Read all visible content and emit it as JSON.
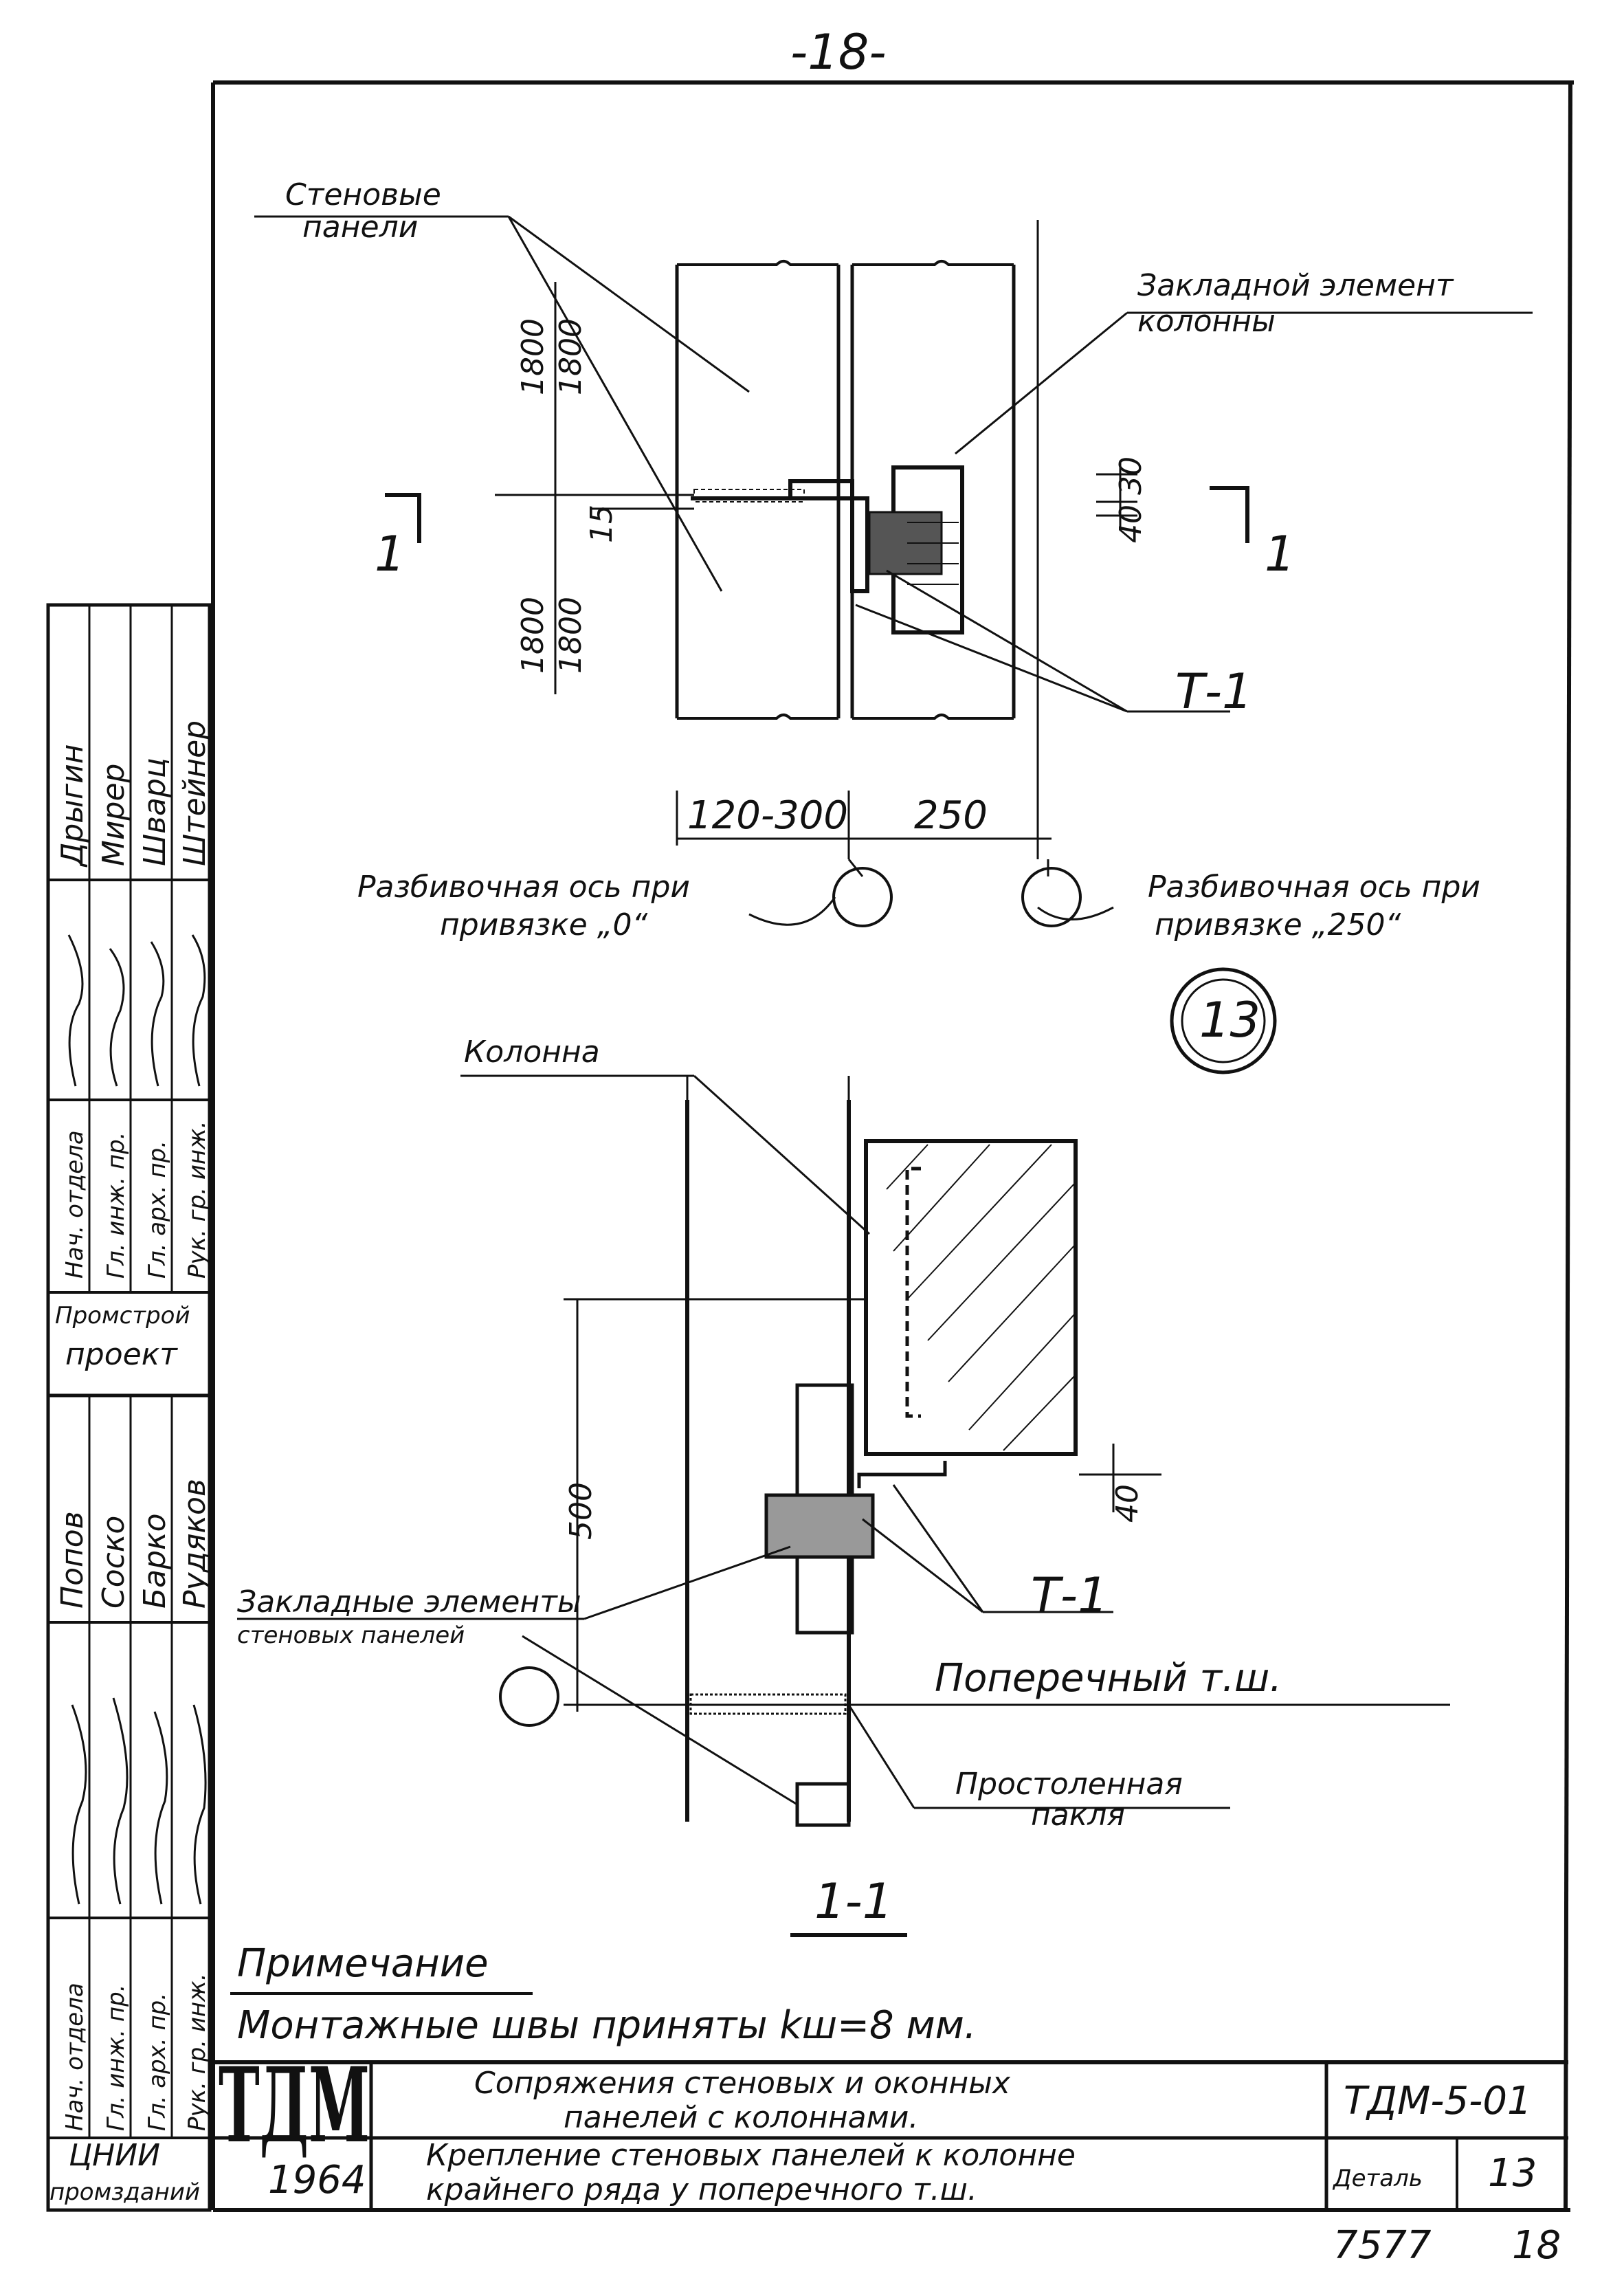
{
  "page": {
    "page_number": "-18-",
    "sheet_bottom_left": "7577",
    "sheet_bottom_right": "18"
  },
  "plan_view": {
    "label_wall_panels_line1": "Стеновые",
    "label_wall_panels_line2": "панели",
    "label_embedded_col_line1": "Закладной элемент",
    "label_embedded_col_line2": "колонны",
    "dim_1800_top_a": "1800",
    "dim_1800_top_b": "1800",
    "dim_1800_bot_a": "1800",
    "dim_1800_bot_b": "1800",
    "dim_15": "15",
    "dim_30": "30",
    "dim_40": "40",
    "dim_120_300": "120-300",
    "dim_250": "250",
    "section_mark_left": "1",
    "section_mark_right": "1",
    "label_t1": "Т-1",
    "axis_note_left_line1": "Разбивочная ось при",
    "axis_note_left_line2": "привязке „0“",
    "axis_note_right_line1": "Разбивочная ось при",
    "axis_note_right_line2": "привязке „250“",
    "detail_number": "13"
  },
  "section_view": {
    "label_column": "Колонна",
    "dim_500": "500",
    "dim_40": "40",
    "label_t1": "Т-1",
    "label_embedded_panels_line1": "Закладные элементы",
    "label_embedded_panels_line2": "стеновых панелей",
    "label_transverse_joint": "Поперечный т.ш.",
    "label_tarred_tow_line1": "Простоленная",
    "label_tarred_tow_line2": "пакля",
    "section_title": "1-1"
  },
  "note": {
    "heading": "Примечание",
    "text": "Монтажные швы приняты kш=8 мм."
  },
  "side_stamp_top": {
    "org_line1": "Промстрой",
    "org_line2": "проект",
    "roles": [
      "Нач. отдела",
      "Гл. инж. пр.",
      "Гл. арх. пр.",
      "Рук. гр. инж."
    ],
    "names": [
      "Дрыгин",
      "Мирер",
      "Шварц",
      "Штейнер"
    ]
  },
  "side_stamp_bottom": {
    "org_line1": "ЦНИИ",
    "org_line2": "промзданий",
    "roles": [
      "Нач. отдела",
      "Гл. инж. пр.",
      "Гл. арх. пр.",
      "Рук. гр. инж."
    ],
    "names": [
      "Попов",
      "Соско",
      "Барко",
      "Рудяков"
    ]
  },
  "title_block": {
    "logo": "ТДМ",
    "year": "1964",
    "title_line1": "Сопряжения стеновых и оконных",
    "title_line2": "панелей с колоннами.",
    "subtitle_line1": "Крепление стеновых панелей к колонне",
    "subtitle_line2": "крайнего ряда у поперечного т.ш.",
    "series": "ТДМ-5-01",
    "detail_label": "Деталь",
    "detail_number": "13"
  }
}
